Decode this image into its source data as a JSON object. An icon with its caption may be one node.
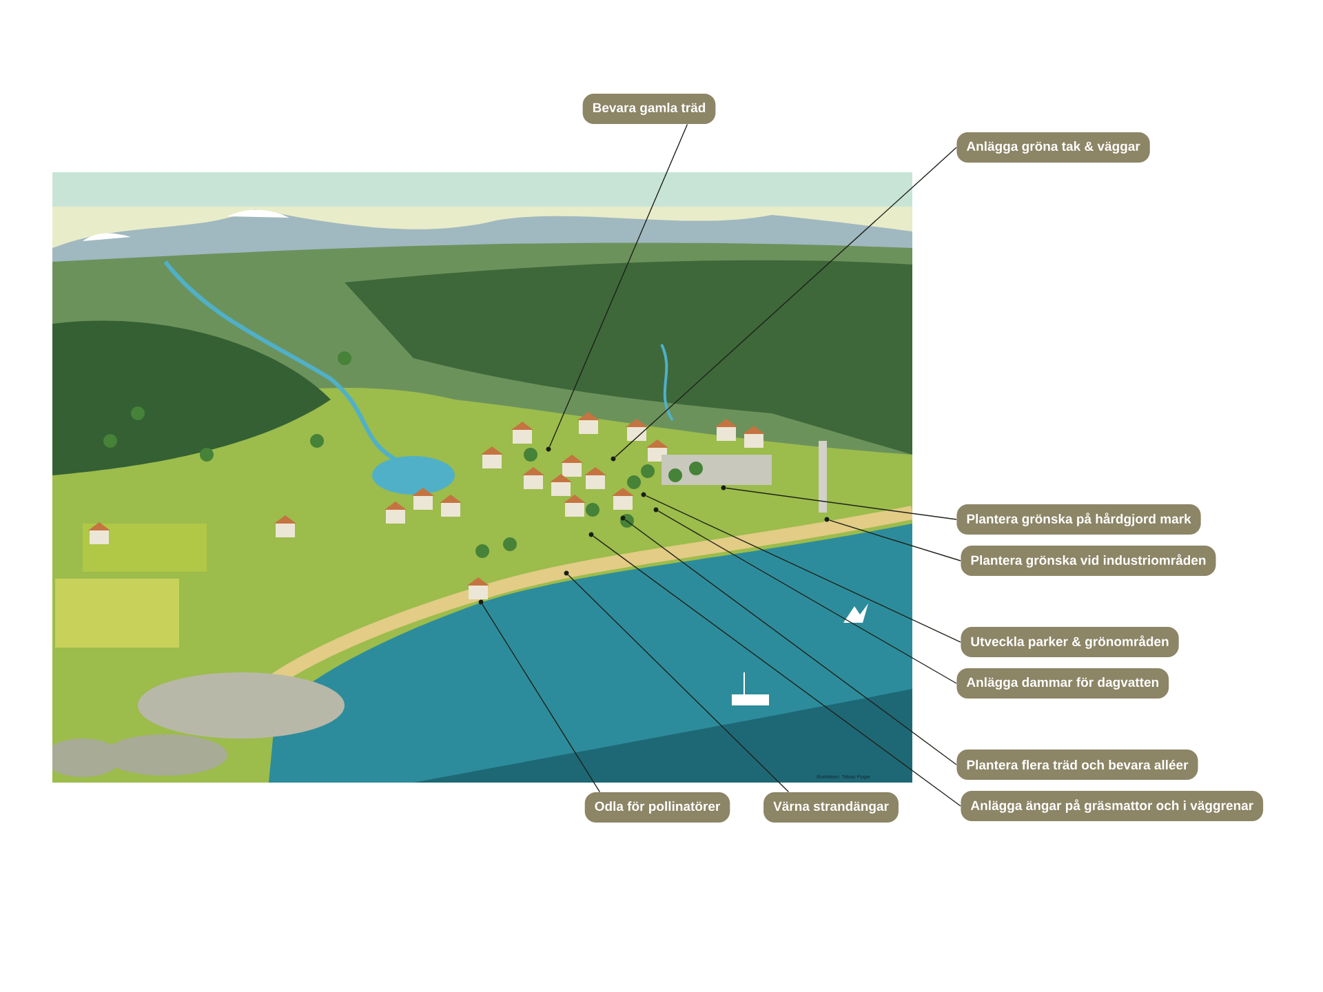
{
  "diagram": {
    "nodes": [
      {
        "text": [
          "Bevara gamla träd"
        ]
      },
      {
        "text": [
          "Anlägga gröna tak & väggar"
        ]
      },
      {
        "text": [
          "Plantera grönska på hårdgjord mark"
        ]
      },
      {
        "text": [
          "Plantera grönska vid industriområden"
        ]
      },
      {
        "text": [
          "Utveckla parker & grönområden"
        ]
      },
      {
        "text": [
          "Anlägga dammar för dagvatten"
        ]
      },
      {
        "text": [
          "Plantera flera träd och bevara alléer"
        ]
      },
      {
        "text": [
          "Anlägga ängar på gräsmattor och i väggrenar"
        ]
      },
      {
        "text": [
          "Odla för pollinatörer"
        ]
      },
      {
        "text": [
          "Värna strandängar"
        ]
      },
      {
        "text": [],
        "shape": "circle"
      },
      {
        "text": [],
        "shape": "circle"
      },
      {
        "text": [],
        "shape": "circle"
      },
      {
        "text": [],
        "shape": "circle"
      },
      {
        "text": [],
        "shape": "circle"
      },
      {
        "text": [],
        "shape": "circle"
      },
      {
        "text": [],
        "shape": "circle"
      },
      {
        "text": [],
        "shape": "circle"
      },
      {
        "text": [],
        "shape": "circle"
      },
      {
        "text": [],
        "shape": "circle"
      }
    ],
    "edges": [
      {
        "from": 0,
        "to": 11,
        "arrow": "none"
      },
      {
        "from": 1,
        "to": 14,
        "arrow": "none"
      },
      {
        "from": 2,
        "to": 18,
        "arrow": "none"
      },
      {
        "from": 3,
        "to": 19,
        "arrow": "none"
      },
      {
        "from": 4,
        "to": 16,
        "arrow": "none"
      },
      {
        "from": 5,
        "to": 17,
        "arrow": "none"
      },
      {
        "from": 6,
        "to": 15,
        "arrow": "none"
      },
      {
        "from": 7,
        "to": 13,
        "arrow": "none"
      },
      {
        "from": 8,
        "to": 10,
        "arrow": "none"
      },
      {
        "from": 9,
        "to": 12,
        "arrow": "none"
      }
    ],
    "labels": [
      "Illustration: Tobias Flygar"
    ]
  }
}
